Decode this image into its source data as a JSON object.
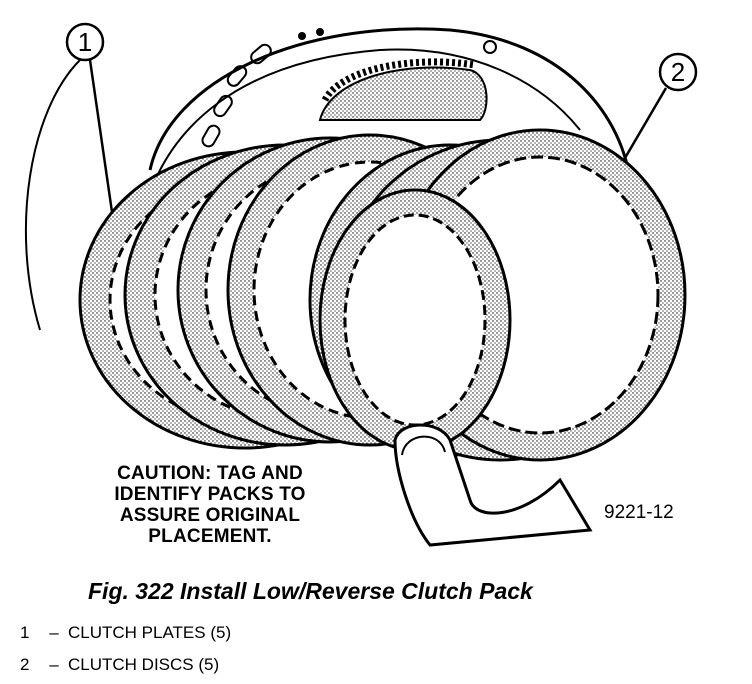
{
  "figure": {
    "callouts": [
      {
        "id": "1",
        "target": "clutch-plates"
      },
      {
        "id": "2",
        "target": "clutch-discs"
      }
    ],
    "caution_lines": [
      "CAUTION: TAG AND",
      "IDENTIFY PACKS TO",
      "ASSURE ORIGINAL",
      "PLACEMENT."
    ],
    "figure_code": "9221-12"
  },
  "caption": "Fig. 322 Install Low/Reverse Clutch Pack",
  "legend": [
    {
      "num": "1",
      "dash": "–",
      "text": "CLUTCH PLATES (5)"
    },
    {
      "num": "2",
      "dash": "–",
      "text": "CLUTCH DISCS (5)"
    }
  ]
}
